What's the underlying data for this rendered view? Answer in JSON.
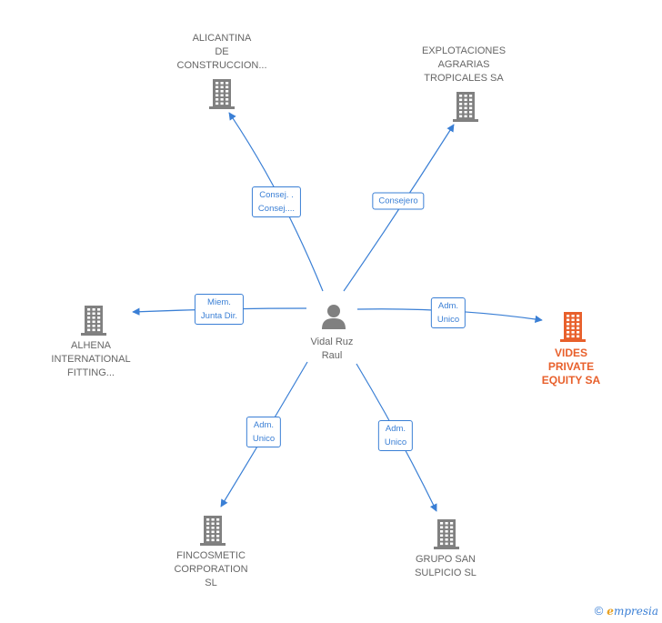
{
  "center": {
    "name_lines": [
      "Vidal Ruz",
      "Raul"
    ],
    "icon": "person-icon"
  },
  "companies": [
    {
      "id": "alicantina",
      "lines": [
        "ALICANTINA",
        "DE",
        "CONSTRUCCION..."
      ],
      "icon": "building-icon"
    },
    {
      "id": "explotaciones",
      "lines": [
        "EXPLOTACIONES",
        "AGRARIAS",
        "TROPICALES SA"
      ],
      "icon": "building-icon"
    },
    {
      "id": "alhena",
      "lines": [
        "ALHENA",
        "INTERNATIONAL",
        "FITTING..."
      ],
      "icon": "building-icon"
    },
    {
      "id": "vides",
      "lines": [
        "VIDES",
        "PRIVATE",
        "EQUITY SA"
      ],
      "icon": "building-icon",
      "highlighted": true
    },
    {
      "id": "fincosmetic",
      "lines": [
        "FINCOSMETIC",
        "CORPORATION",
        "SL"
      ],
      "icon": "building-icon"
    },
    {
      "id": "gruposansulpicio",
      "lines": [
        "GRUPO SAN",
        "SULPICIO  SL"
      ],
      "icon": "building-icon"
    }
  ],
  "relations": [
    {
      "target": "alicantina",
      "label_lines": [
        "Consej. .",
        "Consej...."
      ]
    },
    {
      "target": "explotaciones",
      "label_lines": [
        "Consejero"
      ]
    },
    {
      "target": "alhena",
      "label_lines": [
        "Miem.",
        "Junta Dir."
      ]
    },
    {
      "target": "vides",
      "label_lines": [
        "Adm.",
        "Unico"
      ]
    },
    {
      "target": "fincosmetic",
      "label_lines": [
        "Adm.",
        "Unico"
      ]
    },
    {
      "target": "gruposansulpicio",
      "label_lines": [
        "Adm.",
        "Unico"
      ]
    }
  ],
  "colors": {
    "edge": "#3a7fd5",
    "building": "#808080",
    "building_highlight": "#e8602c",
    "person": "#808080"
  },
  "brand": {
    "copyright_symbol": "©",
    "initial": "e",
    "rest": "mpresia"
  }
}
